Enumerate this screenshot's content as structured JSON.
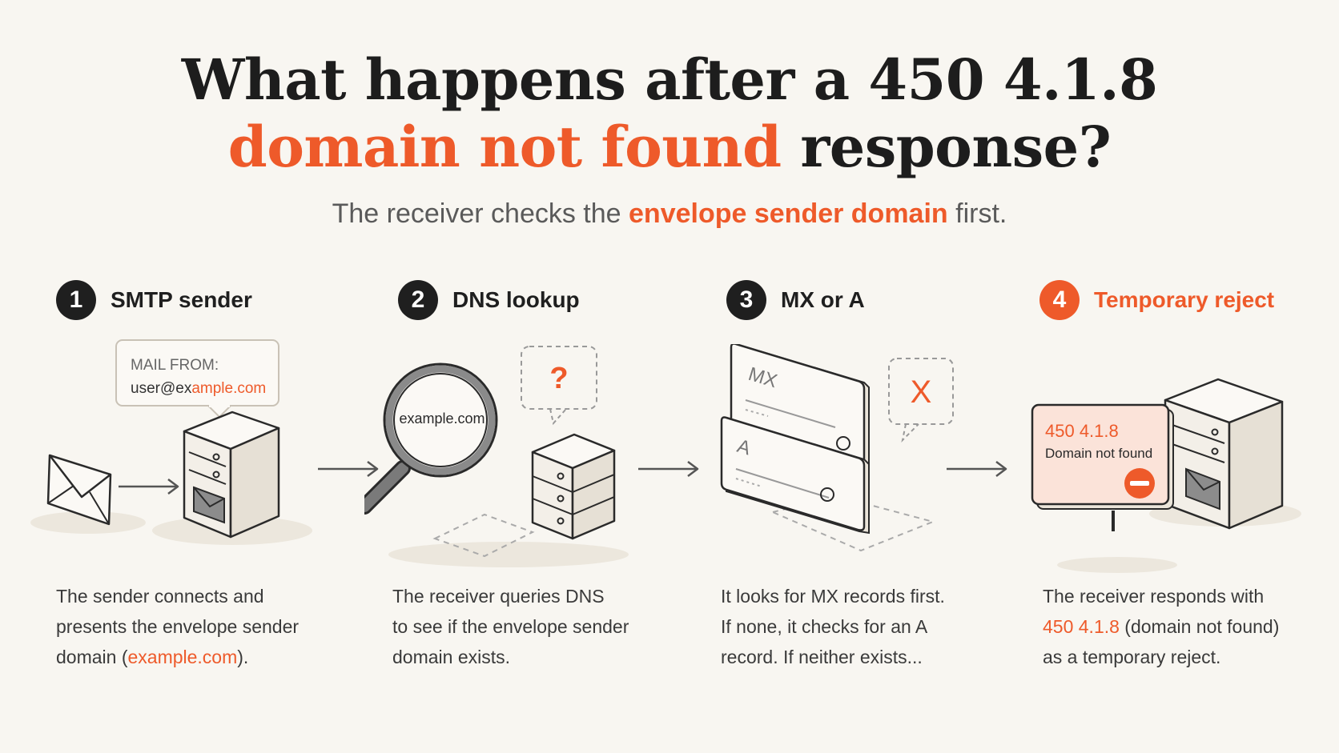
{
  "title": {
    "line1": "What happens after a 450 4.1.8",
    "line2_accent": "domain not found",
    "line2_rest": " response?"
  },
  "subtitle": {
    "before": "The receiver checks the ",
    "accent": "envelope sender domain",
    "after": " first."
  },
  "steps": [
    {
      "number": "1",
      "title": "SMTP sender",
      "callout_label": "MAIL FROM:",
      "callout_addr_plain": "user@ex",
      "callout_addr_accent": "ample.com",
      "desc_l1": "The sender connects and",
      "desc_l2": "presents the envelope sender",
      "desc_l3_before": "domain (",
      "desc_l3_accent": "example.com",
      "desc_l3_after": ")."
    },
    {
      "number": "2",
      "title": "DNS lookup",
      "magnifier_text": "example.com",
      "bubble_text": "?",
      "desc_l1": "The receiver queries DNS",
      "desc_l2": "to see if the envelope sender",
      "desc_l3": "domain exists."
    },
    {
      "number": "3",
      "title": "MX or A",
      "card1_label": "MX",
      "card2_label": "A",
      "bubble_text": "X",
      "desc_l1": "It looks for MX records first.",
      "desc_l2": "If none, it checks for an A",
      "desc_l3": "record. If neither exists..."
    },
    {
      "number": "4",
      "title": "Temporary reject",
      "sign_code": "450 4.1.8",
      "sign_text": "Domain not found",
      "desc_l1": "The receiver responds with",
      "desc_l2_accent": "450 4.1.8",
      "desc_l2_after": " (domain not found)",
      "desc_l3": "as a temporary reject."
    }
  ],
  "colors": {
    "accent": "#ee5a2a",
    "background": "#f8f6f1",
    "ink": "#1f1f1f",
    "sign_fill": "#fbe3d9"
  },
  "icons": [
    "envelope-icon",
    "server-icon",
    "magnifier-icon",
    "dns-server-icon",
    "question-bubble-icon",
    "mx-record-card-icon",
    "a-record-card-icon",
    "x-bubble-icon",
    "reject-sign-icon",
    "minus-icon",
    "arrow-right-icon"
  ]
}
